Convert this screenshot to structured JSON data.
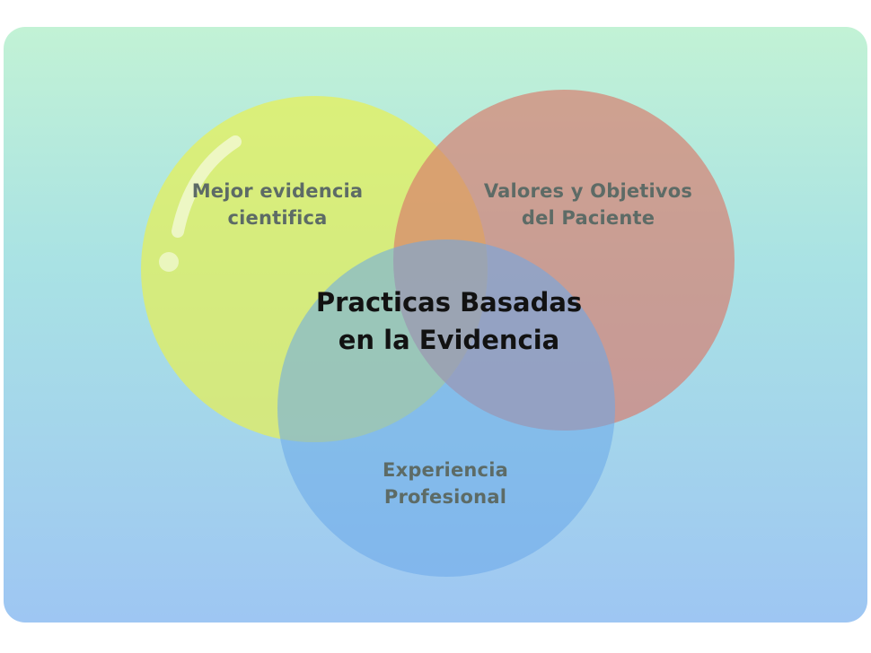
{
  "diagram": {
    "center_label": [
      "Practicas Basadas",
      "en la Evidencia"
    ],
    "circles": [
      {
        "lines": [
          "Mejor evidencia",
          "cientifica"
        ],
        "color": "#eaf04c",
        "icon": "bubble-highlight-icon"
      },
      {
        "lines": [
          "Valores y Objetivos",
          "del Paciente"
        ],
        "color": "#d9796a"
      },
      {
        "lines": [
          "Experiencia",
          "Profesional"
        ],
        "color": "#6aa7ea"
      }
    ]
  }
}
